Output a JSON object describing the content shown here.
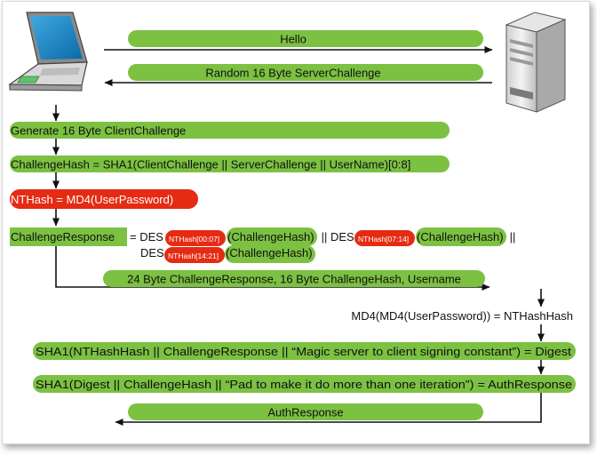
{
  "messages": {
    "hello": "Hello",
    "server_challenge": "Random 16 Byte ServerChallenge",
    "challenge_response": "24 Byte ChallengeResponse, 16 Byte ChallengeHash, Username",
    "auth_response": "AuthResponse"
  },
  "client_steps": {
    "client_challenge": "Generate 16 Byte ClientChallenge",
    "challenge_hash": "ChallengeHash = SHA1(ClientChallenge || ServerChallenge || UserName)[0:8]",
    "nt_hash": "NTHash = MD4(UserPassword)",
    "challenge_response_label": "ChallengeResponse",
    "des_eq": "= DES",
    "des": "DES",
    "key1": "NTHash[00:07]",
    "key2": "NTHash[07:14]",
    "key3": "NTHash[14:21]",
    "arg1": "(ChallengeHash)",
    "sep1": " || ",
    "arg2": "(ChallengeHash)",
    "sep2": " ||",
    "arg3": "(ChallengeHash)"
  },
  "server_steps": {
    "nt_hash_hash": "MD4(MD4(UserPassword)) = NTHashHash",
    "digest": "SHA1(NTHashHash || ChallengeResponse || “Magic server to client signing constant”) = Digest",
    "auth_response": "SHA1(Digest || ChallengeHash || “Pad to make it do more than one iteration”) = AuthResponse"
  },
  "colors": {
    "green": "#7cc142",
    "red": "#e52b13",
    "arrow": "#111111"
  },
  "icons": {
    "client": "laptop-icon",
    "server": "server-tower-icon"
  }
}
